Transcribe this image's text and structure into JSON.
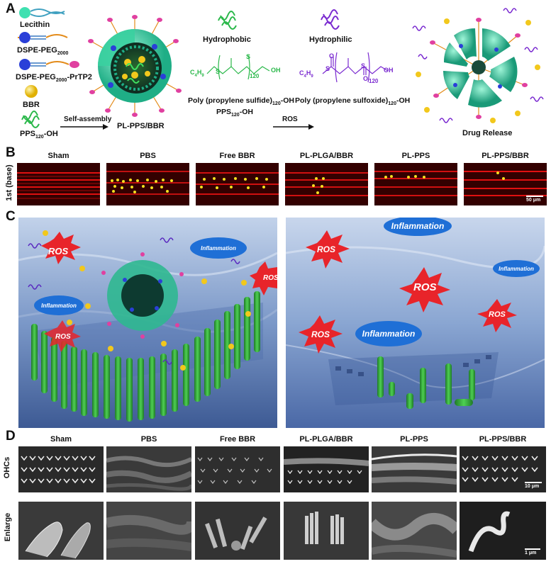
{
  "panelA": {
    "label": "A",
    "legend": {
      "lecithin": "Lecithin",
      "dspe_peg": "DSPE-PEG",
      "dspe_peg_sub": "2000",
      "dspe_peg_prtp2": "DSPE-PEG",
      "dspe_peg_prtp2_sub": "2000",
      "dspe_peg_prtp2_suffix": "-PrTP2",
      "bbr": "BBR",
      "pps": "PPS",
      "pps_sub": "120",
      "pps_suffix": "-OH"
    },
    "self_assembly": "Self-assembly",
    "product": "PL-PPS/BBR",
    "hydrophobic": "Hydrophobic",
    "hydrophilic": "Hydrophilic",
    "formula_left_c": "C",
    "formula_left_sub": "4",
    "formula_left_h": "H",
    "formula_left_sub2": "9",
    "formula_left_n": "120",
    "formula_oh": "OH",
    "formula_right_c": "C",
    "formula_right_sub": "4",
    "formula_right_h": "H",
    "formula_right_sub2": "9",
    "formula_right_n": "120",
    "pps_name": "Poly (propylene sulfide)",
    "pps_name_sub": "120",
    "pps_name_suffix": "-OH",
    "pps_short": "PPS",
    "pps_short_sub": "120",
    "pps_short_suffix": "-OH",
    "ros": "ROS",
    "ppso_name": "Poly (propylene sulfoxide)",
    "ppso_name_sub": "120",
    "ppso_name_suffix": "-OH",
    "drug_release": "Drug Release",
    "s_atom": "S",
    "o_atom": "O"
  },
  "panelB": {
    "label": "B",
    "row_label": "1st (base)",
    "columns": [
      "Sham",
      "PBS",
      "Free BBR",
      "PL-PLGA/BBR",
      "PL-PPS",
      "PL-PPS/BBR"
    ],
    "scale": "50 μm"
  },
  "panelC": {
    "label": "C",
    "left": {
      "ros": [
        "ROS",
        "ROS",
        "ROS"
      ],
      "inflammation": [
        "Inflammation",
        "Inflammation"
      ]
    },
    "right": {
      "ros": [
        "ROS",
        "ROS",
        "ROS",
        "ROS"
      ],
      "inflammation": [
        "Inflammation",
        "Inflammation",
        "Inflammation"
      ]
    }
  },
  "panelD": {
    "label": "D",
    "columns": [
      "Sham",
      "PBS",
      "Free BBR",
      "PL-PLGA/BBR",
      "PL-PPS",
      "PL-PPS/BBR"
    ],
    "row_labels": [
      "OHCs",
      "Enlarge"
    ],
    "scale_top": "10 μm",
    "scale_bottom": "1 μm"
  },
  "colors": {
    "lecithin": "#3fe0b0",
    "dspe_peg": "#2a3fd8",
    "peg_tail": "#e38b1a",
    "prtp2": "#e040a0",
    "bbr": "#f2c81c",
    "pps_green": "#2ab84a",
    "ppso_purple": "#7a2ad0",
    "ros_red": "#e8242a",
    "inflammation_blue": "#1f6fd6",
    "hair_cell_green": "#2ea83a",
    "tissue_blue": "#5a7ab8"
  }
}
